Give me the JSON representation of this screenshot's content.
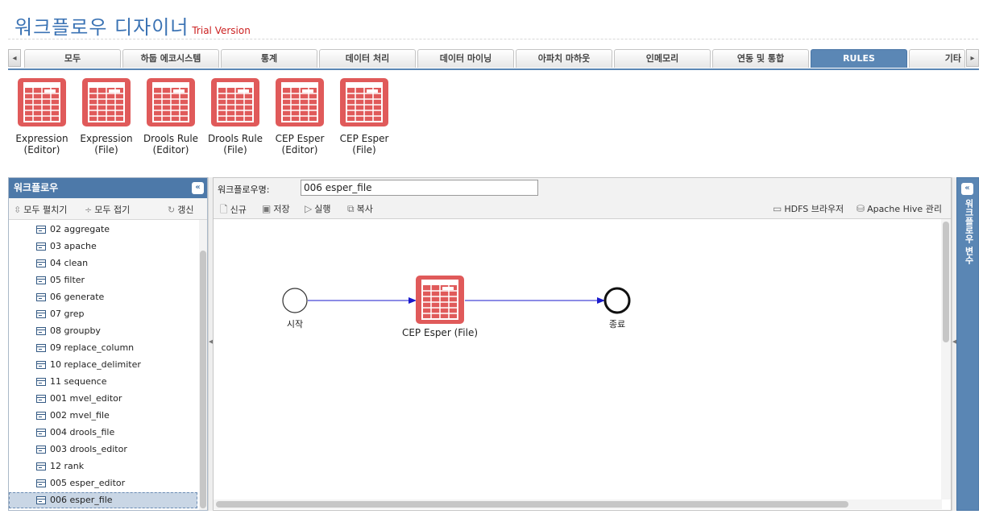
{
  "app": {
    "title": "워크플로우 디자이너",
    "subtitle": "Trial Version"
  },
  "tabs": [
    {
      "label": "모두",
      "active": false
    },
    {
      "label": "하둡 에코시스템",
      "active": false
    },
    {
      "label": "통계",
      "active": false
    },
    {
      "label": "데이터 처리",
      "active": false
    },
    {
      "label": "데이터 마이닝",
      "active": false
    },
    {
      "label": "아파치 마하웃",
      "active": false
    },
    {
      "label": "인메모리",
      "active": false
    },
    {
      "label": "연동 및 통합",
      "active": false
    },
    {
      "label": "RULES",
      "active": true
    },
    {
      "label": "기타",
      "active": false
    }
  ],
  "palette": [
    {
      "label": "Expression\n(Editor)",
      "icon": "rule-table-icon"
    },
    {
      "label": "Expression\n(File)",
      "icon": "rule-table-icon"
    },
    {
      "label": "Drools Rule\n(Editor)",
      "icon": "rule-table-icon"
    },
    {
      "label": "Drools Rule\n(File)",
      "icon": "rule-table-icon"
    },
    {
      "label": "CEP Esper\n(Editor)",
      "icon": "rule-table-icon"
    },
    {
      "label": "CEP Esper\n(File)",
      "icon": "rule-table-icon"
    }
  ],
  "left_panel": {
    "title": "워크플로우",
    "expand_all": "모두 펼치기",
    "collapse_all": "모두 접기",
    "refresh": "갱신",
    "items": [
      "02 aggregate",
      "03 apache",
      "04 clean",
      "05 filter",
      "06 generate",
      "07 grep",
      "08 groupby",
      "09 replace_column",
      "10 replace_delimiter",
      "11 sequence",
      "001 mvel_editor",
      "002 mvel_file",
      "004 drools_file",
      "003 drools_editor",
      "12 rank",
      "005 esper_editor",
      "006 esper_file"
    ],
    "selected": "006 esper_file"
  },
  "main": {
    "name_label": "워크플로우명:",
    "name_value": "006 esper_file",
    "toolbar": {
      "new": "신규",
      "save": "저장",
      "run": "실행",
      "copy": "복사",
      "hdfs": "HDFS 브라우저",
      "hive": "Apache Hive 관리"
    },
    "nodes": {
      "start": "시작",
      "task": "CEP Esper (File)",
      "end": "종료"
    }
  },
  "right_panel": {
    "title": "워크플로우 변수"
  },
  "colors": {
    "accent": "#4d79a9",
    "rule_icon": "#e05a5a",
    "title": "#3b73b4",
    "trial": "#cc2222",
    "edge": "#1a1acc"
  }
}
